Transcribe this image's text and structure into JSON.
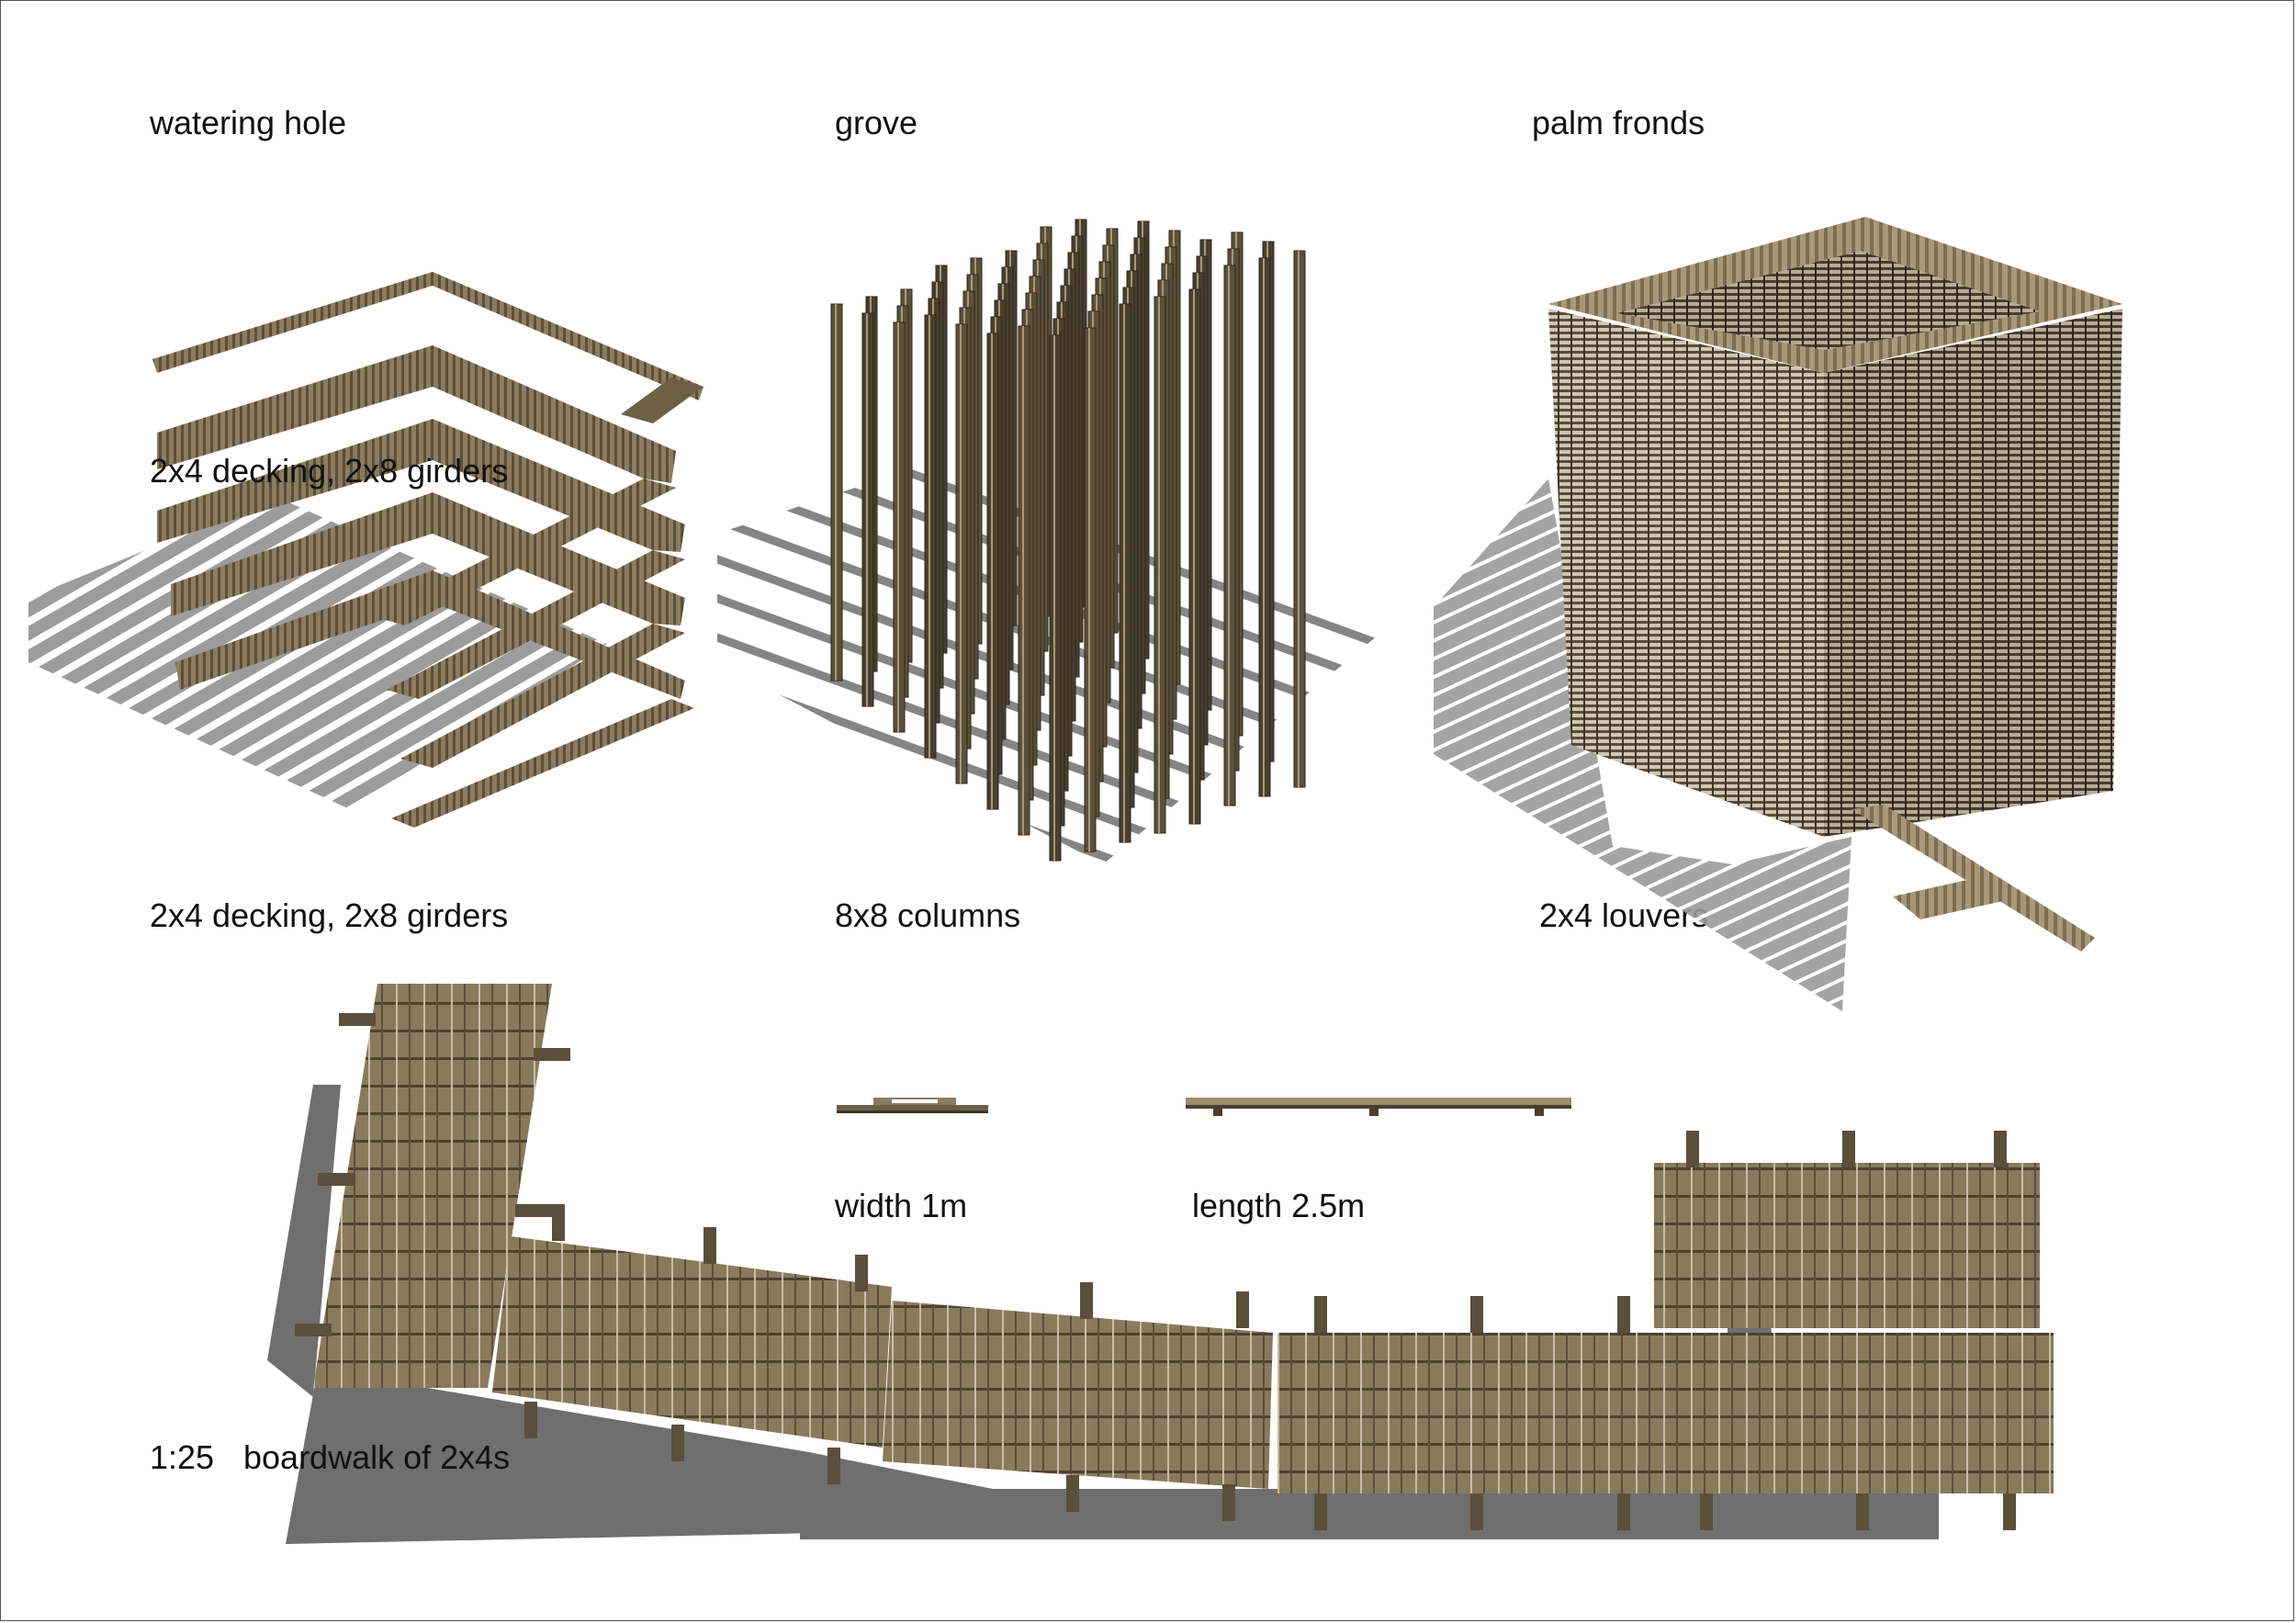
{
  "labels": {
    "watering_hole": "watering hole",
    "grove": "grove",
    "palm_fronds": "palm fronds",
    "decking_overlay": "2x4 decking, 2x8 girders",
    "decking": "2x4 decking, 2x8 girders",
    "columns": "8x8 columns",
    "louvers": "2x4 louvers",
    "width": "width 1m",
    "length": "length 2.5m",
    "scale": "1:25",
    "boardwalk": "boardwalk of 2x4s"
  },
  "colors": {
    "wood_light": "#a8987a",
    "wood_mid": "#7d6e52",
    "wood_dark": "#4a3f2e",
    "shadow": "#6f6f6f",
    "shadow_light": "#b5b5b5"
  }
}
